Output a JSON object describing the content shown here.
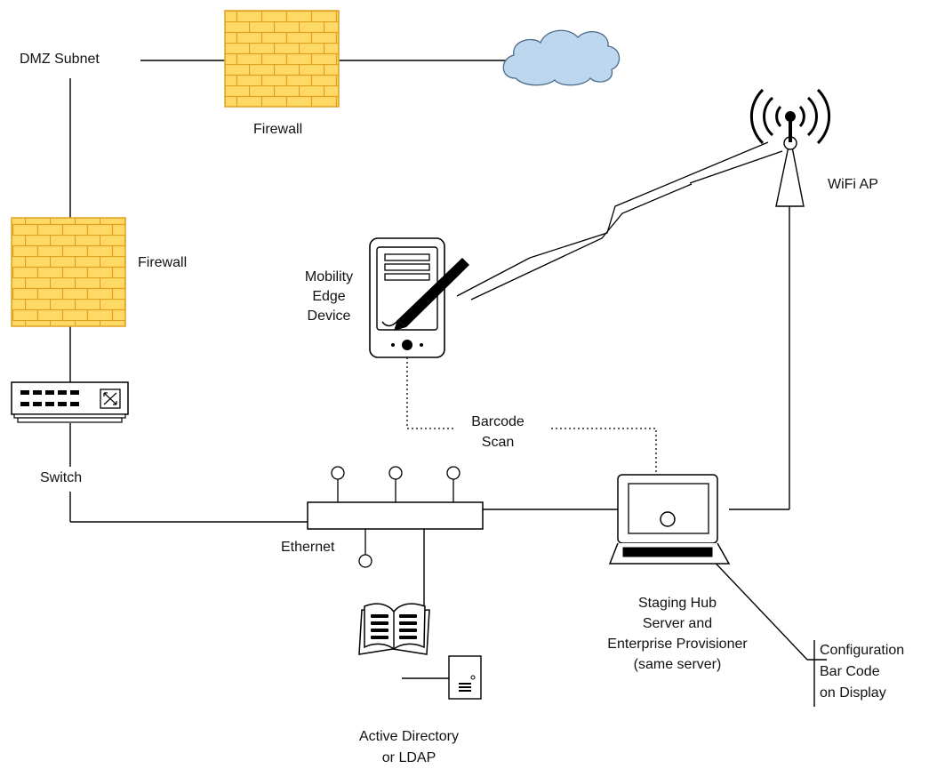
{
  "labels": {
    "dmz_subnet": "DMZ Subnet",
    "firewall_top": "Firewall",
    "firewall_left": "Firewall",
    "wifi_ap": "WiFi AP",
    "mobility_device": [
      "Mobility",
      "Edge",
      "Device"
    ],
    "barcode_scan": [
      "Barcode",
      "Scan"
    ],
    "switch": "Switch",
    "ethernet": "Ethernet",
    "staging_hub": [
      "Staging Hub",
      "Server and",
      "Enterprise Provisioner",
      "(same server)"
    ],
    "config_barcode": [
      "Configuration",
      "Bar Code",
      "on Display"
    ],
    "active_directory": [
      "Active Directory",
      "or LDAP"
    ]
  },
  "colors": {
    "firewall_fill": "#FFD966",
    "firewall_mortar": "#E0A020",
    "cloud_fill": "#BDD7EE",
    "cloud_stroke": "#4A6A8A",
    "line": "#000000"
  },
  "icons": [
    "firewall-icon",
    "cloud-icon",
    "wifi-tower-icon",
    "pda-icon",
    "switch-icon",
    "router-icon",
    "laptop-icon",
    "directory-book-icon",
    "server-icon"
  ]
}
